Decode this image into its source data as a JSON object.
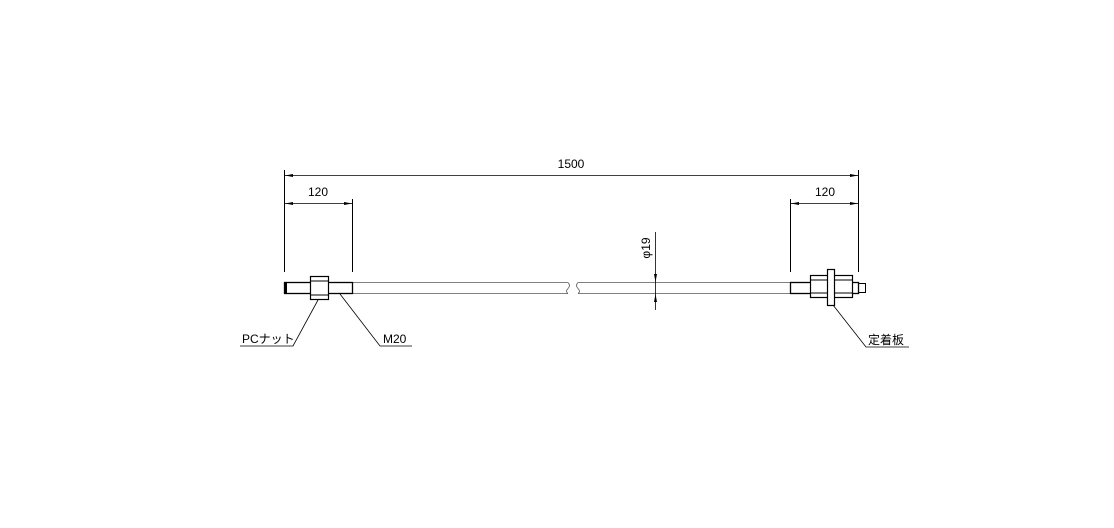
{
  "drawing": {
    "overall_length": "1500",
    "left_thread_length": "120",
    "right_thread_length": "120",
    "diameter": "φ19",
    "labels": {
      "pc_nut": "PCナット",
      "thread": "M20",
      "anchor_plate": "定着板"
    },
    "line_color": "#000000"
  }
}
